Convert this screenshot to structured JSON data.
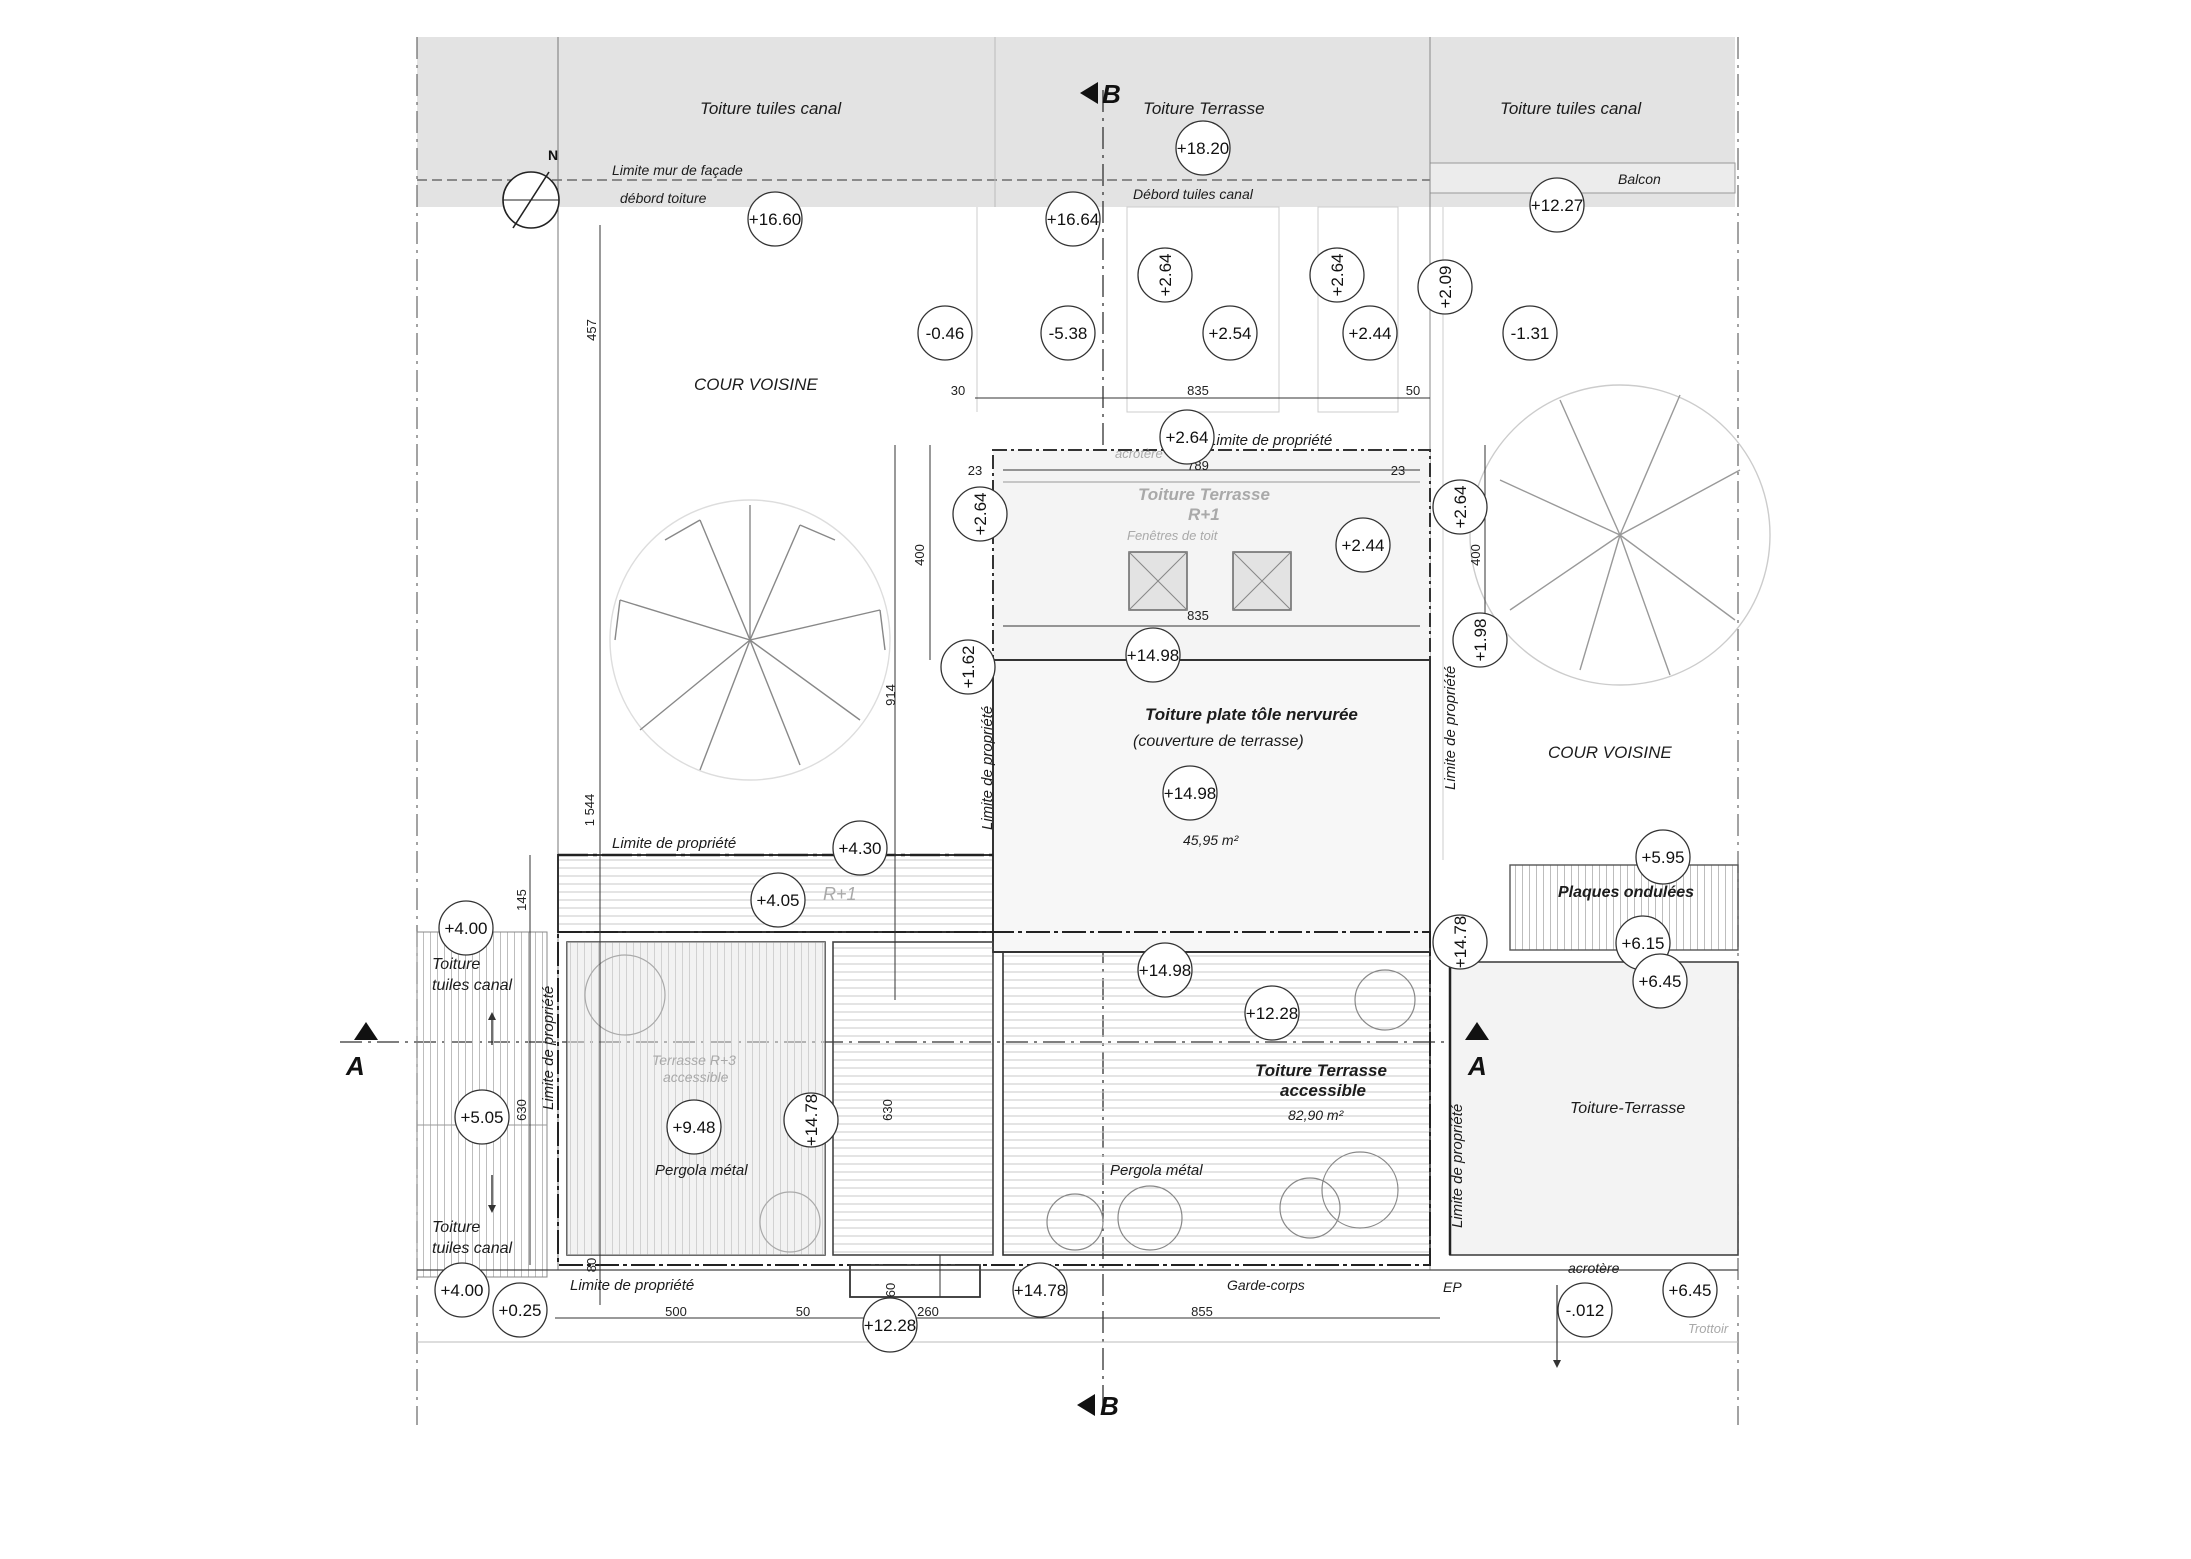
{
  "north": "N",
  "sections": {
    "a": "A",
    "b": "B"
  },
  "labels": {
    "toiture_tuiles_canal": "Toiture tuiles canal",
    "toiture_terrasse": "Toiture Terrasse",
    "limite_mur_facade": "Limite mur de façade",
    "debord_toiture": "débord toiture",
    "debord_tuiles_canal": "Débord tuiles canal",
    "balcon": "Balcon",
    "cour_voisine": "COUR VOISINE",
    "limite_propriete": "Limite de propriété",
    "acrotere": "acrotère",
    "toiture_terrasse_r1_line1": "Toiture Terrasse",
    "toiture_terrasse_r1_line2": "R+1",
    "fenetres_toit": "Fenêtres de toit",
    "toiture_plate_line1": "Toiture plate tôle nervurée",
    "toiture_plate_line2": "(couverture de terrasse)",
    "area_plate": "45,95 m²",
    "r1": "R+1",
    "plaques_ondulees": "Plaques ondulées",
    "toiture_line1": "Toiture",
    "toiture_line2": "tuiles canal",
    "terrasse_r3_line1": "Terrasse R+3",
    "terrasse_r3_line2": "accessible",
    "pergola_metal": "Pergola métal",
    "toiture_terrasse_acc_line1": "Toiture Terrasse",
    "toiture_terrasse_acc_line2": "accessible",
    "area_acc": "82,90 m²",
    "toiture_terrasse_right": "Toiture-Terrasse",
    "garde_corps": "Garde-corps",
    "ep": "EP",
    "trottoir": "Trottoir"
  },
  "levels": [
    "+18.20",
    "+16.60",
    "+16.64",
    "+12.27",
    "-0.46",
    "-5.38",
    "+2.54",
    "+2.44",
    "-1.31",
    "+2.64",
    "+2.64",
    "+2.09",
    "+2.64",
    "+2.64",
    "+2.64",
    "+2.44",
    "+1.62",
    "+1.98",
    "+14.98",
    "+14.98",
    "+4.30",
    "+4.05",
    "+5.95",
    "+6.15",
    "+6.45",
    "+4.00",
    "+14.98",
    "+12.28",
    "+14.78",
    "+5.05",
    "+9.48",
    "+14.78",
    "+4.00",
    "+0.25",
    "+12.28",
    "+14.78",
    "+6.45",
    "-.012"
  ],
  "dimensions": [
    "457",
    "835",
    "30",
    "50",
    "789",
    "23",
    "23",
    "835",
    "400",
    "400",
    "914",
    "1 544",
    "145",
    "630",
    "630",
    "60",
    "80",
    "500",
    "50",
    "260",
    "855"
  ]
}
